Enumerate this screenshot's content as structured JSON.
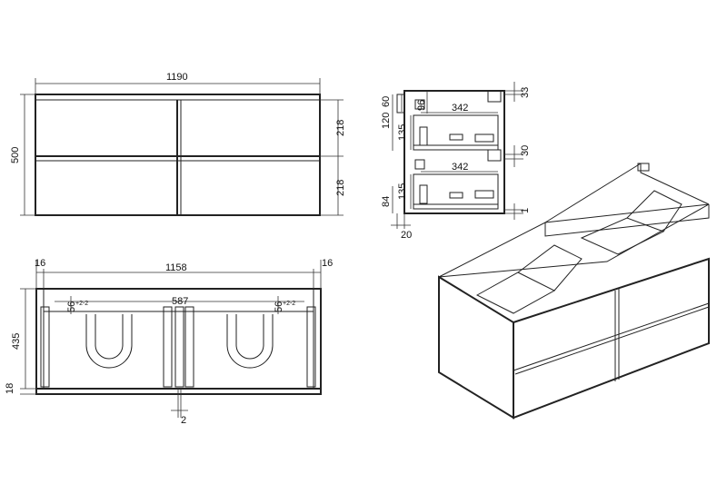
{
  "front_view": {
    "width_label": "1190",
    "height_label": "500",
    "upper_drawer_label": "218",
    "lower_drawer_label": "218"
  },
  "section_view": {
    "label_120": "120",
    "label_60": "60",
    "label_96": "96",
    "label_342_top": "342",
    "label_342_bottom": "342",
    "label_135_top": "135",
    "label_135_bottom": "135",
    "label_84": "84",
    "label_33": "33",
    "label_30": "30",
    "label_1": "1",
    "label_20": "20"
  },
  "back_view": {
    "inner_width_label": "1158",
    "left_wall_label": "16",
    "right_wall_label": "16",
    "center_label": "587",
    "left_cutout_label": "56",
    "left_cutout_tol": "+2-2",
    "right_cutout_label": "56",
    "right_cutout_tol": "+2-2",
    "height_label": "435",
    "base_label": "18",
    "gap_label": "2"
  }
}
